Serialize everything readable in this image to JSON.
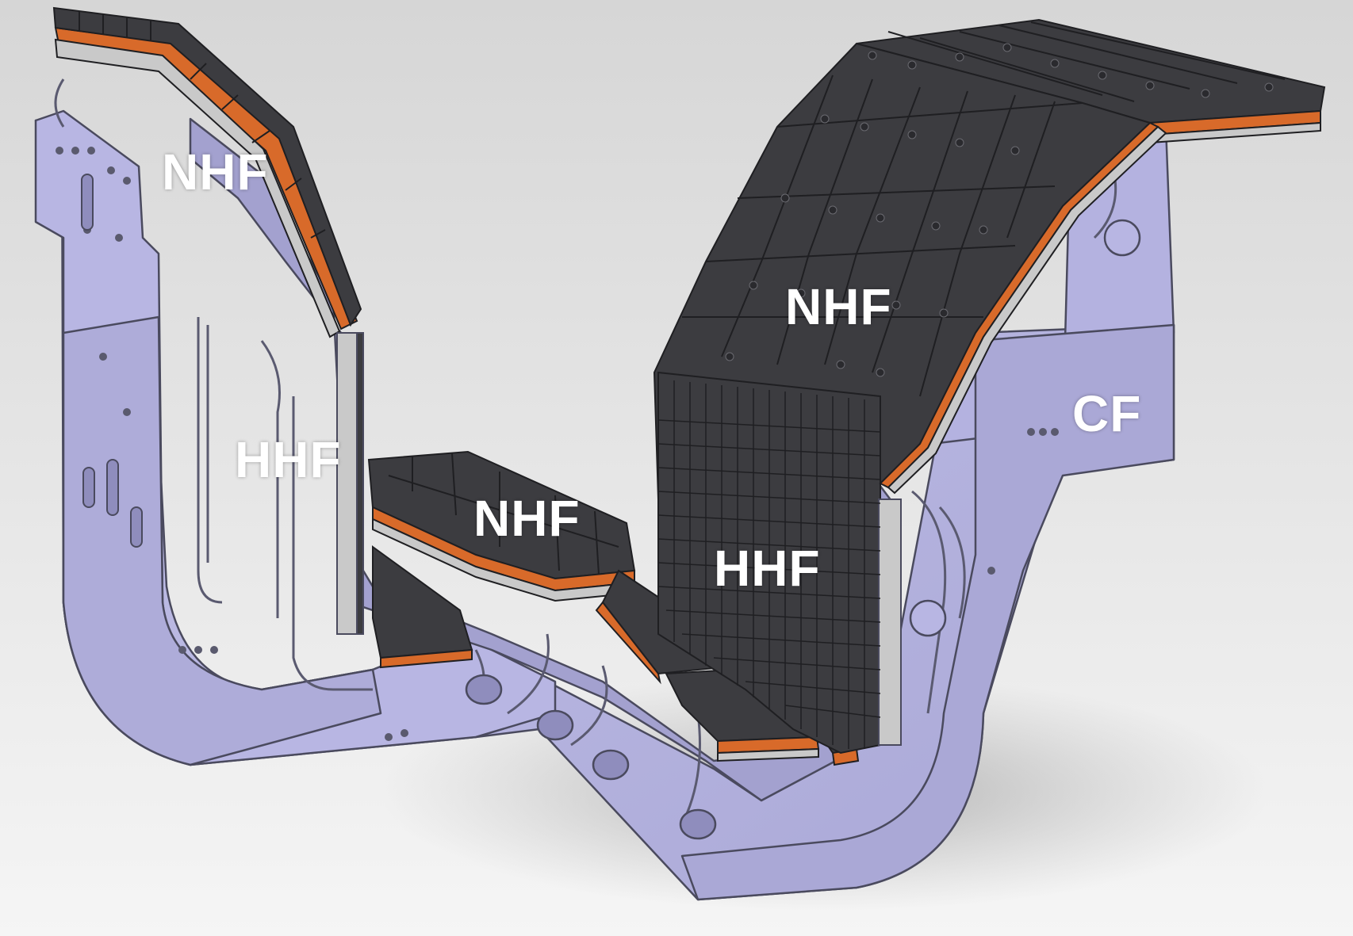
{
  "labels": {
    "nhf_left": "NHF",
    "hhf_left": "HHF",
    "nhf_center": "NHF",
    "nhf_right": "NHF",
    "hhf_right": "HHF",
    "cf": "CF"
  },
  "colors": {
    "background_top": "#d8d8d8",
    "background_bottom": "#f4f4f4",
    "frame_body": "#b9b8e2",
    "frame_shade": "#9c9ac8",
    "frame_edge": "#4a4a5e",
    "armor_tile": "#3c3c40",
    "armor_tile_light": "#4a4a4e",
    "copper_layer": "#d86a2a",
    "steel_layer": "#c9c9c9",
    "label_text": "#ffffff"
  }
}
